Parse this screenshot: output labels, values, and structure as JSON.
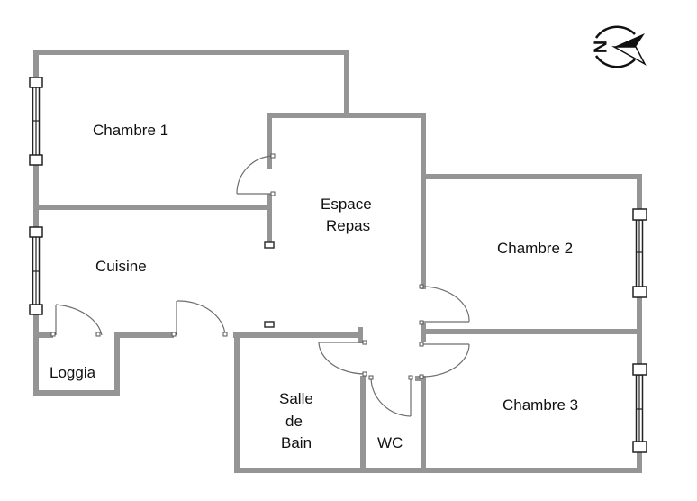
{
  "plan": {
    "title": "Apartment floor plan",
    "wall_color": "#959595",
    "rooms": [
      {
        "id": "chambre-1",
        "label": "Chambre 1"
      },
      {
        "id": "espace-repas",
        "label_lines": [
          "Espace",
          "Repas"
        ]
      },
      {
        "id": "cuisine",
        "label": "Cuisine"
      },
      {
        "id": "chambre-2",
        "label": "Chambre 2"
      },
      {
        "id": "loggia",
        "label": "Loggia"
      },
      {
        "id": "salle-de-bain",
        "label_lines": [
          "Salle",
          "de",
          "Bain"
        ]
      },
      {
        "id": "wc",
        "label": "WC"
      },
      {
        "id": "chambre-3",
        "label": "Chambre 3"
      }
    ],
    "compass": {
      "icon": "north-arrow-icon",
      "letter": "N"
    }
  }
}
